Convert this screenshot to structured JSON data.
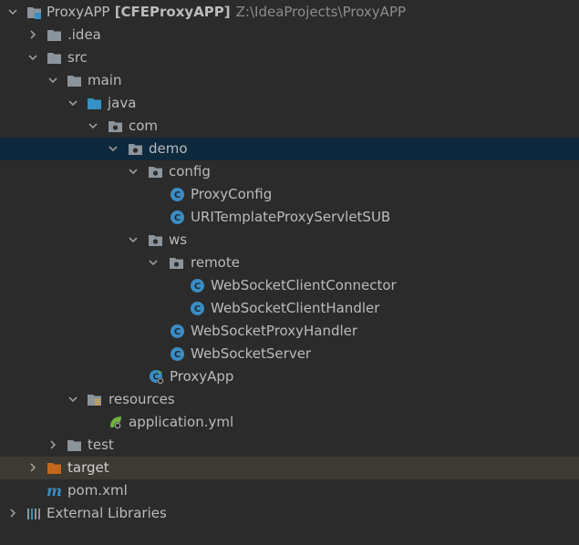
{
  "project": {
    "name": "ProxyAPP",
    "module": "[CFEProxyAPP]",
    "path": "Z:\\IdeaProjects\\ProxyAPP"
  },
  "tree": {
    "idea": ".idea",
    "src": "src",
    "main": "main",
    "java": "java",
    "com": "com",
    "demo": "demo",
    "config": "config",
    "proxy_config": "ProxyConfig",
    "uri_template": "URITemplateProxyServletSUB",
    "ws": "ws",
    "remote": "remote",
    "ws_client_connector": "WebSocketClientConnector",
    "ws_client_handler": "WebSocketClientHandler",
    "ws_proxy_handler": "WebSocketProxyHandler",
    "ws_server": "WebSocketServer",
    "proxy_app": "ProxyApp",
    "resources": "resources",
    "application_yml": "application.yml",
    "test": "test",
    "target": "target",
    "pom": "pom.xml",
    "external_libraries": "External Libraries"
  },
  "colors": {
    "background": "#2b2b2b",
    "selection": "#0d293e",
    "excluded_row": "#3c3a33",
    "folder": "#8c949c",
    "source_folder": "#3592c4",
    "excluded_folder": "#c5671b",
    "class_icon": "#3a8dc4",
    "spring_icon": "#6db33f"
  }
}
